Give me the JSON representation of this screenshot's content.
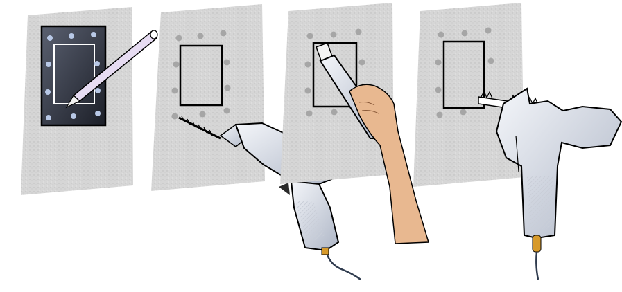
{
  "steps": [
    {
      "id": 1,
      "action": "trace-template",
      "tool": "pen",
      "panel": "board"
    },
    {
      "id": 2,
      "action": "drill-holes",
      "tool": "drill",
      "panel": "board"
    },
    {
      "id": 3,
      "action": "cut-out-opening",
      "tool": "utility-knife",
      "panel": "board"
    },
    {
      "id": 4,
      "action": "saw-opening",
      "tool": "jigsaw",
      "panel": "board"
    }
  ],
  "colors": {
    "panel": "#d9d9d9",
    "template_frame": "#2f3340",
    "hole": "#a6a6a6",
    "tool_body": "#dfe3ea",
    "skin": "#e8b890",
    "cord": "#d79a2b",
    "outline": "#000000"
  },
  "icons": [
    "pen-icon",
    "drill-icon",
    "utility-knife-icon",
    "hand-icon",
    "jigsaw-icon",
    "saw-blade-icon"
  ]
}
